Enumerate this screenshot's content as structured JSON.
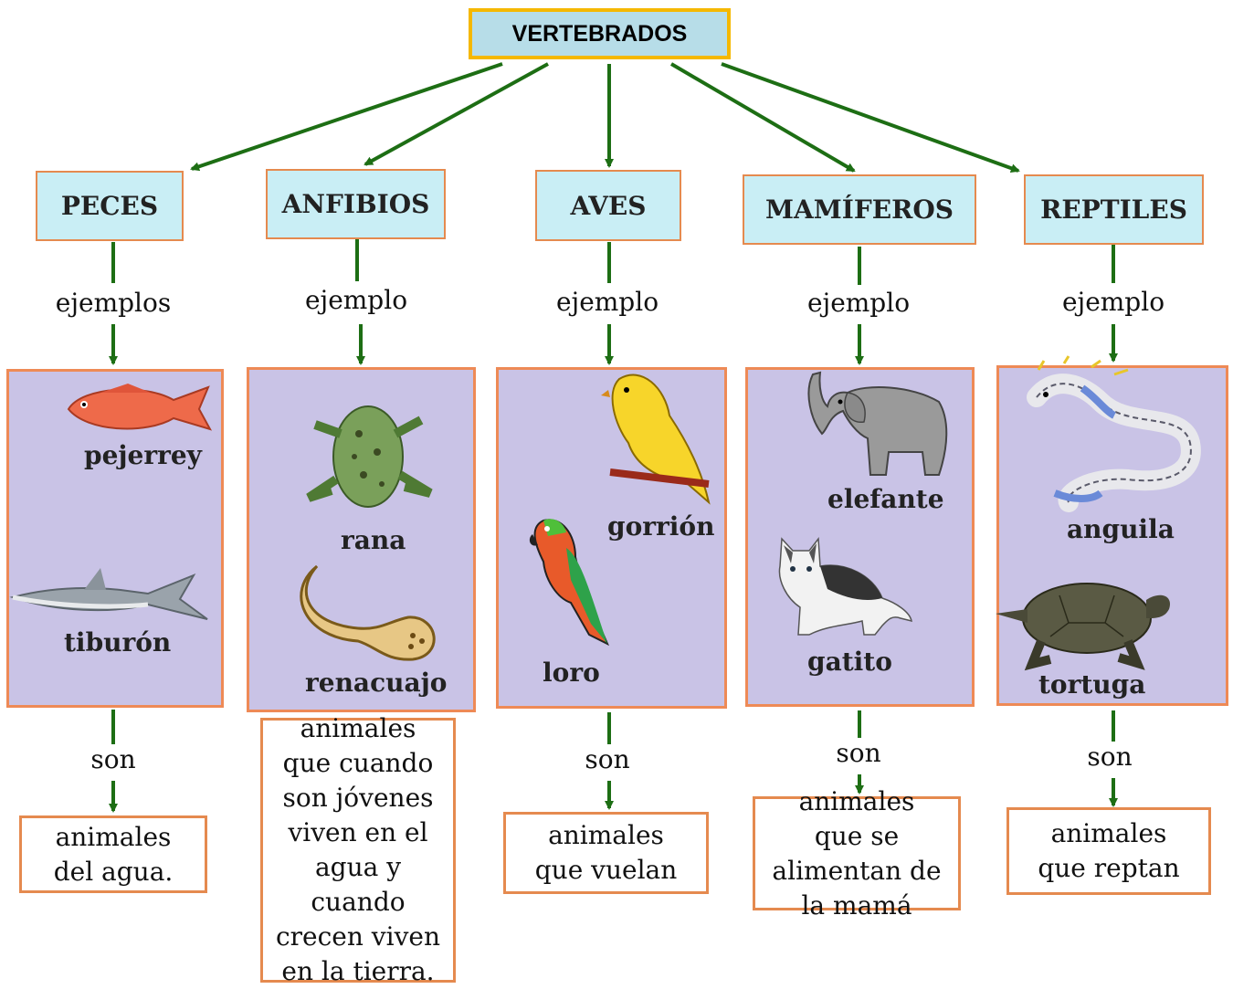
{
  "root": "VERTEBRADOS",
  "categories": [
    {
      "name": "PECES",
      "link_top": "ejemplos",
      "examples": [
        "pejerrey",
        "tiburón"
      ],
      "link_bottom": "son",
      "description": "animales del agua."
    },
    {
      "name": "ANFIBIOS",
      "link_top": "ejemplo",
      "examples": [
        "rana",
        "renacuajo"
      ],
      "link_bottom": "",
      "description": "animales que cuando son jóvenes viven en el agua y cuando crecen viven en la tierra."
    },
    {
      "name": "AVES",
      "link_top": "ejemplo",
      "examples": [
        "gorrión",
        "loro"
      ],
      "link_bottom": "son",
      "description": "animales que vuelan"
    },
    {
      "name": "MAMÍFEROS",
      "link_top": "ejemplo",
      "examples": [
        "elefante",
        "gatito"
      ],
      "link_bottom": "son",
      "description": "animales que se alimentan de la mamá"
    },
    {
      "name": "REPTILES",
      "link_top": "ejemplo",
      "examples": [
        "anguila",
        "tortuga"
      ],
      "link_bottom": "son",
      "description": "animales que reptan"
    }
  ],
  "colors": {
    "arrow": "#1d6e14",
    "root_border": "#f5b800",
    "root_fill": "#b7dde8",
    "category_fill": "#c9eef5",
    "panel_fill": "#c9c3e6",
    "border": "#e58a4f"
  },
  "icons": [
    "fish-icon",
    "shark-icon",
    "frog-icon",
    "tadpole-icon",
    "canary-icon",
    "parrot-icon",
    "elephant-icon",
    "cat-icon",
    "eel-icon",
    "turtle-icon"
  ]
}
